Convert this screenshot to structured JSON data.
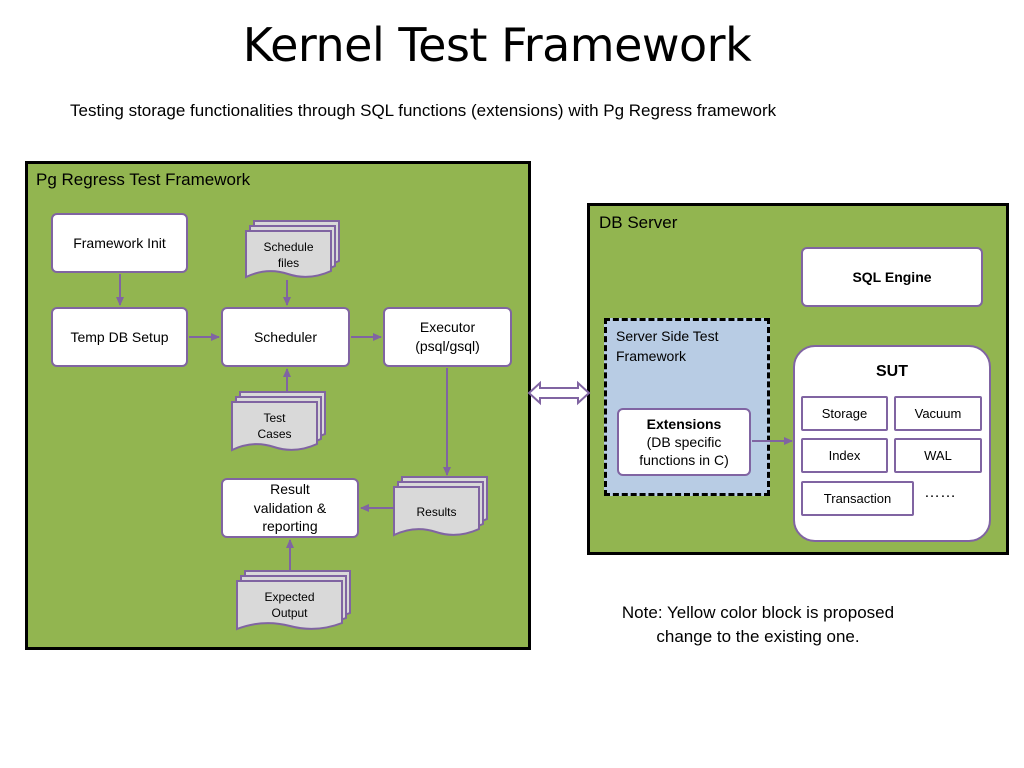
{
  "title": "Kernel Test Framework",
  "subtitle": "Testing storage functionalities through SQL functions (extensions) with Pg Regress framework",
  "pg_regress": {
    "label": "Pg Regress Test Framework",
    "framework_init": "Framework Init",
    "temp_db_setup": "Temp DB Setup",
    "scheduler": "Scheduler",
    "executor_line1": "Executor",
    "executor_line2": "(psql/gsql)",
    "schedule_files_line1": "Schedule",
    "schedule_files_line2": "files",
    "test_cases_line1": "Test",
    "test_cases_line2": "Cases",
    "results": "Results",
    "result_validation_line1": "Result",
    "result_validation_line2": "validation &",
    "result_validation_line3": "reporting",
    "expected_output_line1": "Expected",
    "expected_output_line2": "Output"
  },
  "db_server": {
    "label": "DB Server",
    "sql_engine": "SQL Engine",
    "server_side_line1": "Server Side Test",
    "server_side_line2": "Framework",
    "extensions_title": "Extensions",
    "extensions_line1": "(DB specific",
    "extensions_line2": "functions in C)",
    "sut": {
      "label": "SUT",
      "storage": "Storage",
      "vacuum": "Vacuum",
      "index": "Index",
      "wal": "WAL",
      "transaction": "Transaction",
      "more": "……"
    }
  },
  "note_line1": "Note: Yellow color block is proposed",
  "note_line2": "change to the existing one.",
  "colors": {
    "panel_green": "#92b550",
    "box_border_purple": "#8064a2",
    "server_side_blue": "#b8cce4",
    "document_gray": "#d9d9d9"
  }
}
